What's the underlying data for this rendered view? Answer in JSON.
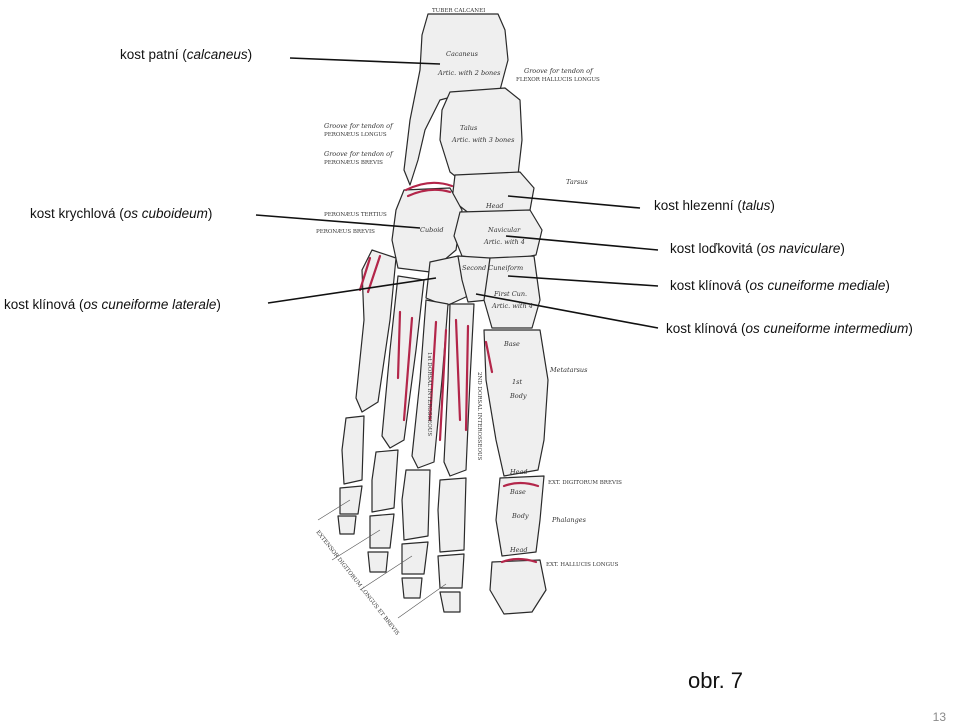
{
  "colors": {
    "bone_fill": "#efefef",
    "bone_stroke": "#2a2a2a",
    "tendon": "#b3264a",
    "leader": "#111111"
  },
  "labels": {
    "calcaneus": {
      "name": "kost patní",
      "latin": "calcaneus"
    },
    "cuboideum": {
      "name": "kost krychlová",
      "latin": "os cuboideum"
    },
    "cuneiforme_laterale": {
      "name": "kost klínová",
      "latin": "os cuneiforme laterale"
    },
    "talus": {
      "name": "kost hlezenní",
      "latin": "talus"
    },
    "naviculare": {
      "name": "kost loďkovitá",
      "latin": "os naviculare"
    },
    "cuneiforme_mediale": {
      "name": "kost klínová",
      "latin": "os cuneiforme mediale"
    },
    "cuneiforme_intermedium": {
      "name": "kost klínová",
      "latin": "os cuneiforme intermedium"
    }
  },
  "small_labels": {
    "tuber_calcanei": "TUBER CALCANEI",
    "calc_body_1": "Cacaneus",
    "calc_body_2": "Artic. with 2 bones",
    "groove_fhl_1": "Groove for tendon of",
    "groove_fhl_2": "FLEXOR HALLUCIS LONGUS",
    "talus_1": "Talus",
    "talus_2": "Artic. with 3 bones",
    "groove_pl_1": "Groove for tendon of",
    "groove_pl_2": "PERONÆUS LONGUS",
    "groove_pb_1": "Groove for tendon of",
    "groove_pb_2": "PERONÆUS BREVIS",
    "tarsus": "Tarsus",
    "head": "Head",
    "peroneus_tertius": "PERONÆUS TERTIUS",
    "peroneus_brevis": "PERONÆUS BREVIS",
    "navicular_1": "Navicular",
    "navicular_2": "Artic. with 4",
    "cuboid_1": "Cuboid",
    "second_cun": "Second Cuneiform",
    "first_cun_1": "First Cun.",
    "first_cun_2": "Artic. with 4",
    "metatarsus": "Metatarsus",
    "first_body_1": "1st",
    "first_body_2": "Body",
    "base": "Base",
    "dorsal_inteross_1": "1st DORSAL INTEROSSEOUS",
    "dorsal_inteross_2": "2ND DORSAL INTEROSSEOUS",
    "ext_dig_brevis": "EXT. DIGITORUM BREVIS",
    "head2": "Head",
    "base2": "Base",
    "body2": "Body",
    "phalanges": "Phalanges",
    "head3": "Head",
    "ext_hall_longus": "EXT. HALLUCIS LONGUS",
    "ext_dig_longus": "EXTENSOR DIGITORUM LONGUS ET BREVIS"
  },
  "caption": "obr. 7",
  "page_number": "13"
}
